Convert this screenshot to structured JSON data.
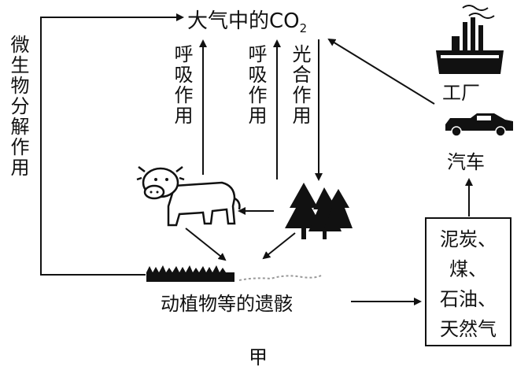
{
  "title": {
    "prefix": "大气中的CO",
    "subscript": "2"
  },
  "processes": {
    "microbe_decomposition": "微生物分解作用",
    "respiration_animal": "呼吸作用",
    "respiration_plant": "呼吸作用",
    "photosynthesis": "光合作用"
  },
  "nodes": {
    "factory": "工厂",
    "car": "汽车",
    "remains": "动植物等的遗骸",
    "fossil_fuels": [
      "泥炭、",
      "煤、",
      "石油、",
      "天然气"
    ]
  },
  "caption": "甲",
  "icons": [
    "factory-icon",
    "car-icon",
    "cow-icon",
    "trees-icon",
    "grass-icon"
  ]
}
